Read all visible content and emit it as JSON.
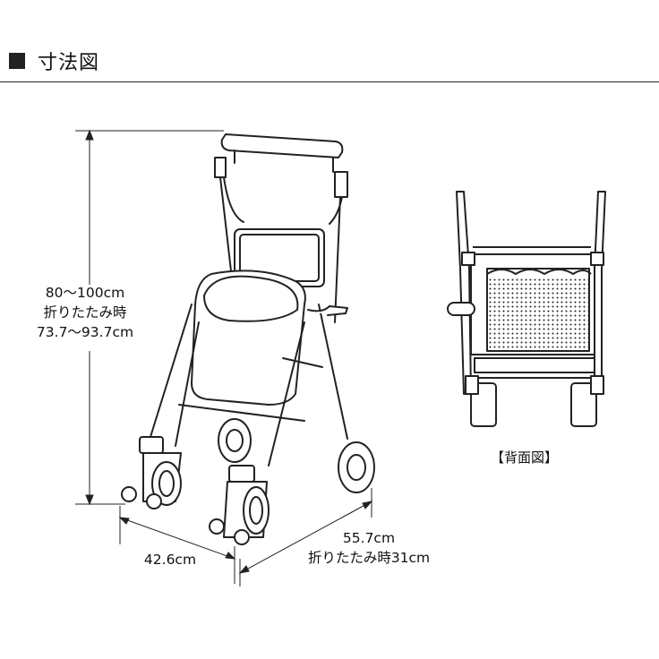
{
  "header": {
    "title": "寸法図"
  },
  "dimensions": {
    "height": "80～100cm",
    "height_folded_label": "折りたたみ時",
    "height_folded": "73.7～93.7cm",
    "depth": "55.7cm",
    "depth_folded": "折りたたみ時31cm",
    "width": "42.6cm"
  },
  "back_view": {
    "caption": "【背面図】"
  }
}
